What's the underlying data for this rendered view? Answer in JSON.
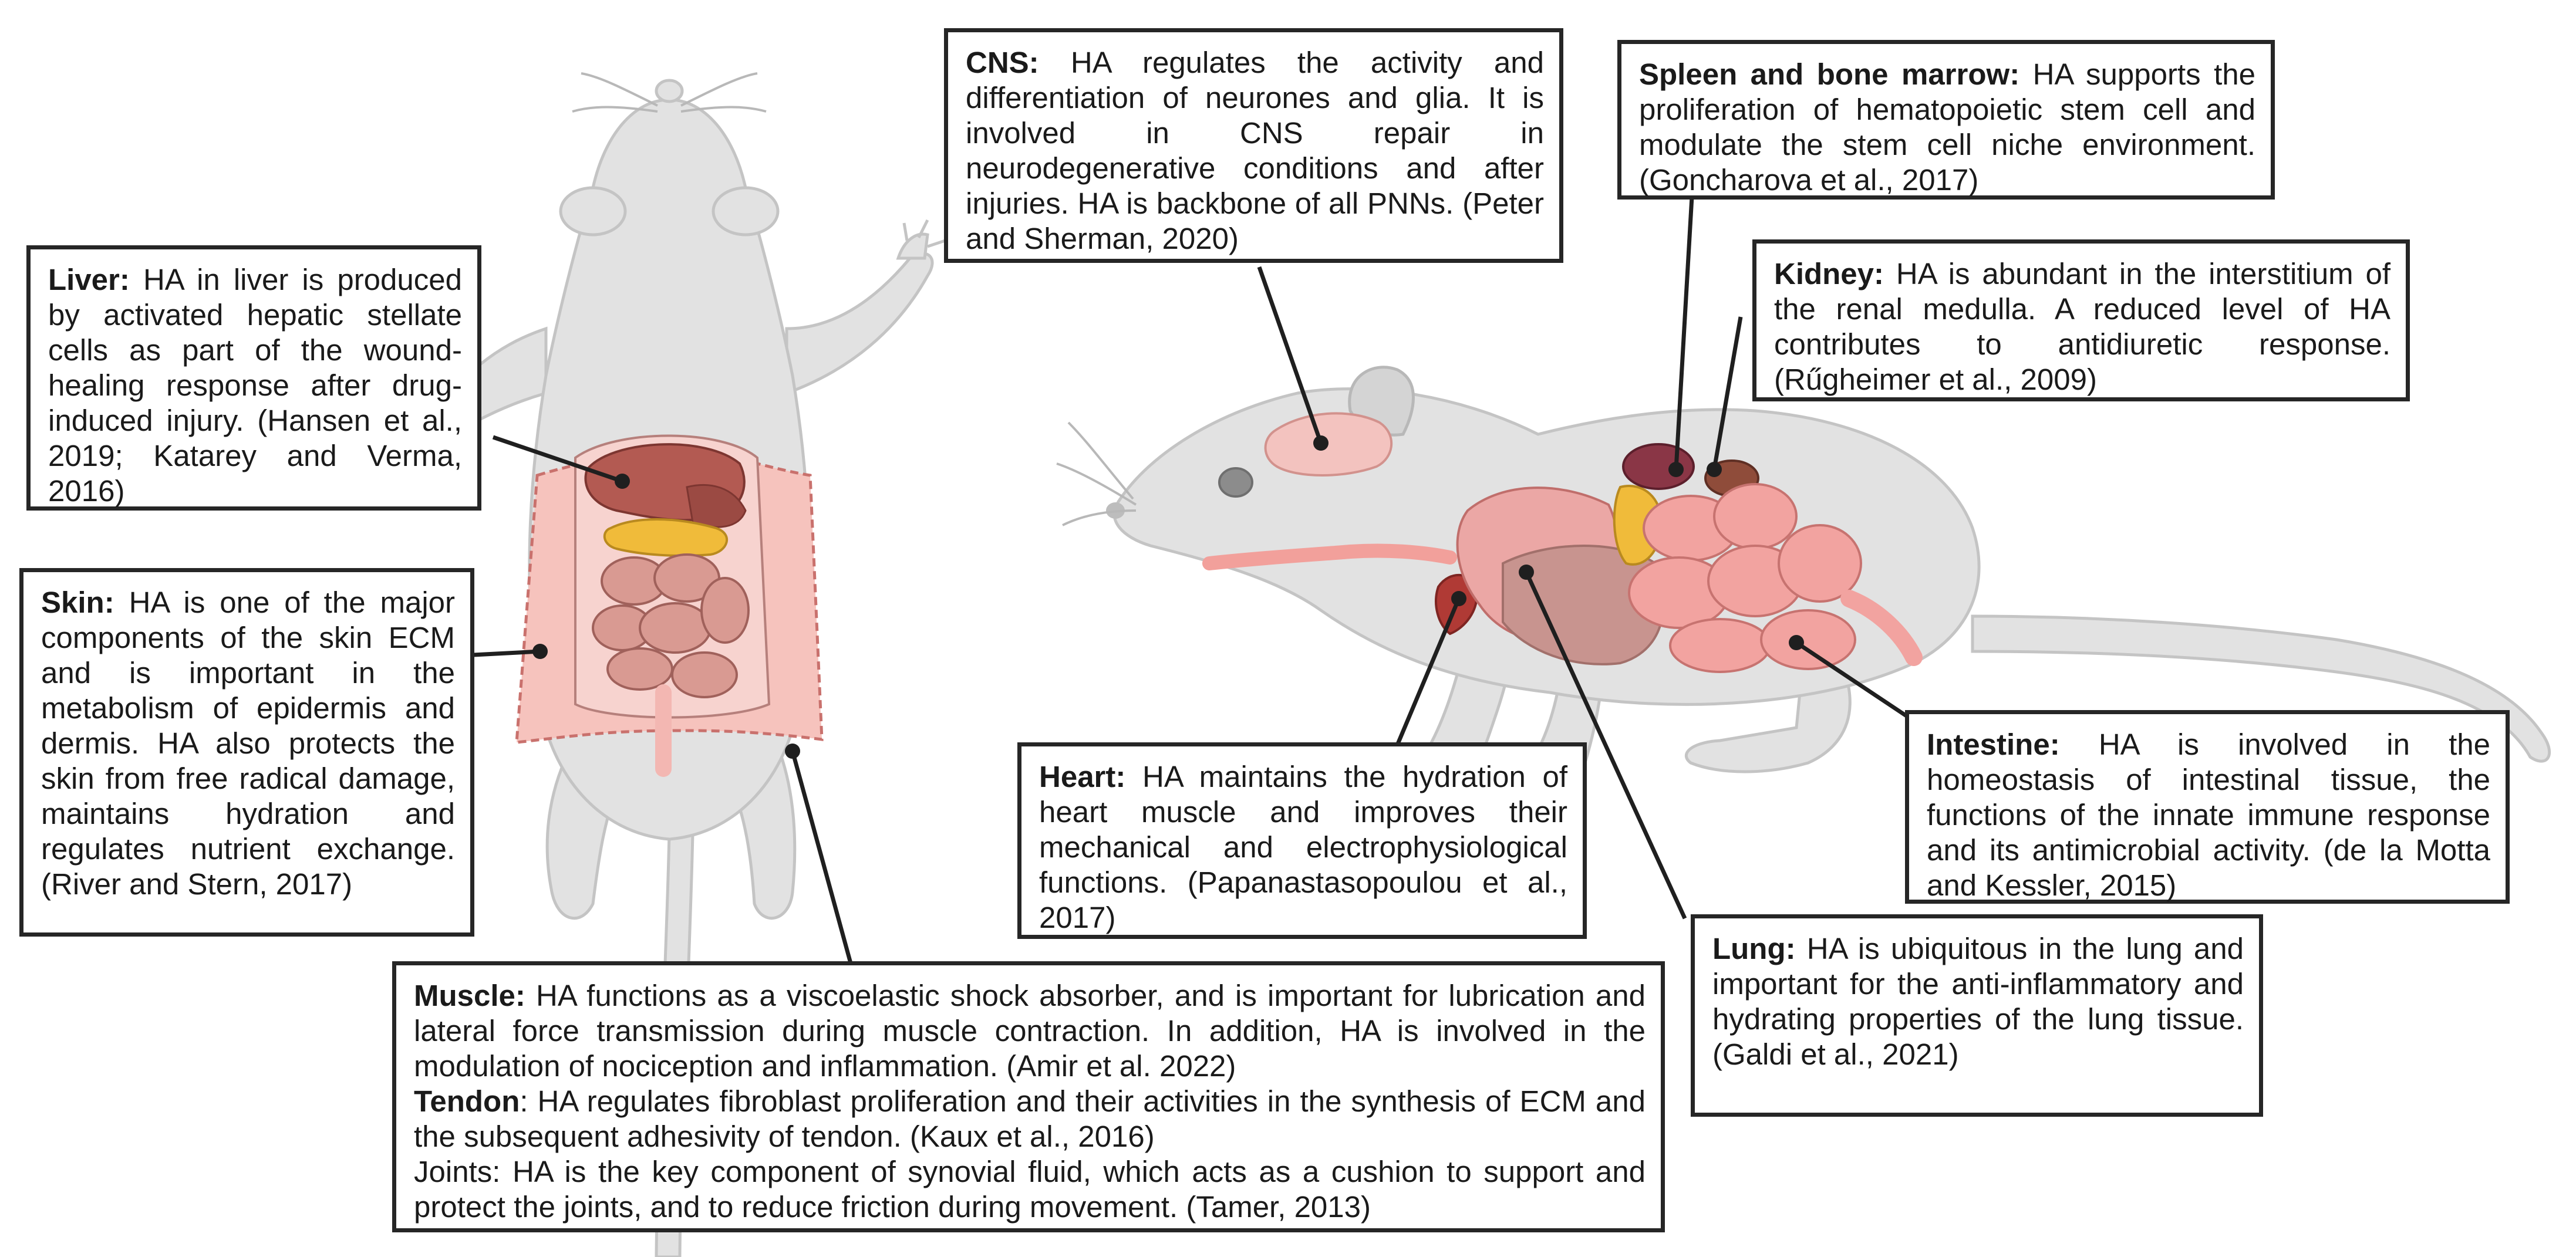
{
  "callouts": {
    "cns": {
      "title": "CNS:",
      "text": "HA regulates the activity and differentiation of neurones and glia. It is involved in CNS repair in neurodegenerative conditions and after injuries. HA is backbone of all PNNs. (Peter and Sherman, 2020)"
    },
    "spleen": {
      "title": "Spleen and bone marrow:",
      "text": "HA supports the proliferation of hematopoietic stem cell and modulate the stem cell niche environment. (Goncharova et al., 2017)"
    },
    "liver": {
      "title": "Liver:",
      "text": "HA in liver is produced by activated hepatic stellate cells as part of the wound-healing response after drug-induced injury. (Hansen et al., 2019; Katarey and Verma, 2016)"
    },
    "kidney": {
      "title": "Kidney:",
      "text": "HA is abundant in the interstitium of the renal medulla. A reduced level of HA contributes to antidiuretic response. (Rűgheimer et al., 2009)"
    },
    "skin": {
      "title": "Skin:",
      "text": "HA is one of the major components of the skin ECM and is important in the metabolism of epidermis and dermis. HA also protects the skin from free radical damage, maintains hydration and regulates nutrient exchange. (River and Stern, 2017)"
    },
    "intestine": {
      "title": "Intestine:",
      "text": "HA is involved in the homeostasis of intestinal tissue, the functions of the innate immune response and its antimicrobial activity. (de la Motta and Kessler, 2015)"
    },
    "heart": {
      "title": "Heart:",
      "text": "HA maintains the hydration of heart muscle and improves their mechanical and electrophysiological functions. (Papanastasopoulou et al., 2017)"
    },
    "lung": {
      "title": "Lung:",
      "text": "HA is ubiquitous in the lung and important for the anti-inflammatory and hydrating properties of the lung tissue. (Galdi et al., 2021)"
    },
    "muscle": {
      "title": "Muscle:",
      "text": "HA functions as a viscoelastic shock absorber, and is important for lubrication and lateral force transmission during muscle contraction. In addition, HA is involved in the modulation of nociception and inflammation. (Amir et al. 2022)",
      "tendon_title": "Tendon",
      "tendon_text": ": HA regulates fibroblast proliferation and their activities in the synthesis of ECM and the subsequent adhesivity of tendon. (Kaux et al., 2016)",
      "joints_text": "Joints: HA is the key component of synovial fluid, which acts as a cushion to support and protect the joints, and to reduce friction during movement. (Tamer, 2013)"
    }
  },
  "icons": {
    "ventral_mouse": "dissected-mouse-ventral-view",
    "lateral_mouse": "mouse-lateral-view-organs"
  },
  "colors": {
    "mouse_body": "#e2e2e2",
    "mouse_outline": "#c4c4c4",
    "skin_flap": "#f6c3bd",
    "liver": "#b35a52",
    "stomach_yellow": "#f0bb3a",
    "intestine": "#f2a3a0",
    "brain": "#f3c3bf",
    "heart": "#b03a35",
    "spleen": "#8a3646",
    "kidney": "#8f4c3a",
    "lung": "#eba7a5",
    "border": "#262626"
  }
}
